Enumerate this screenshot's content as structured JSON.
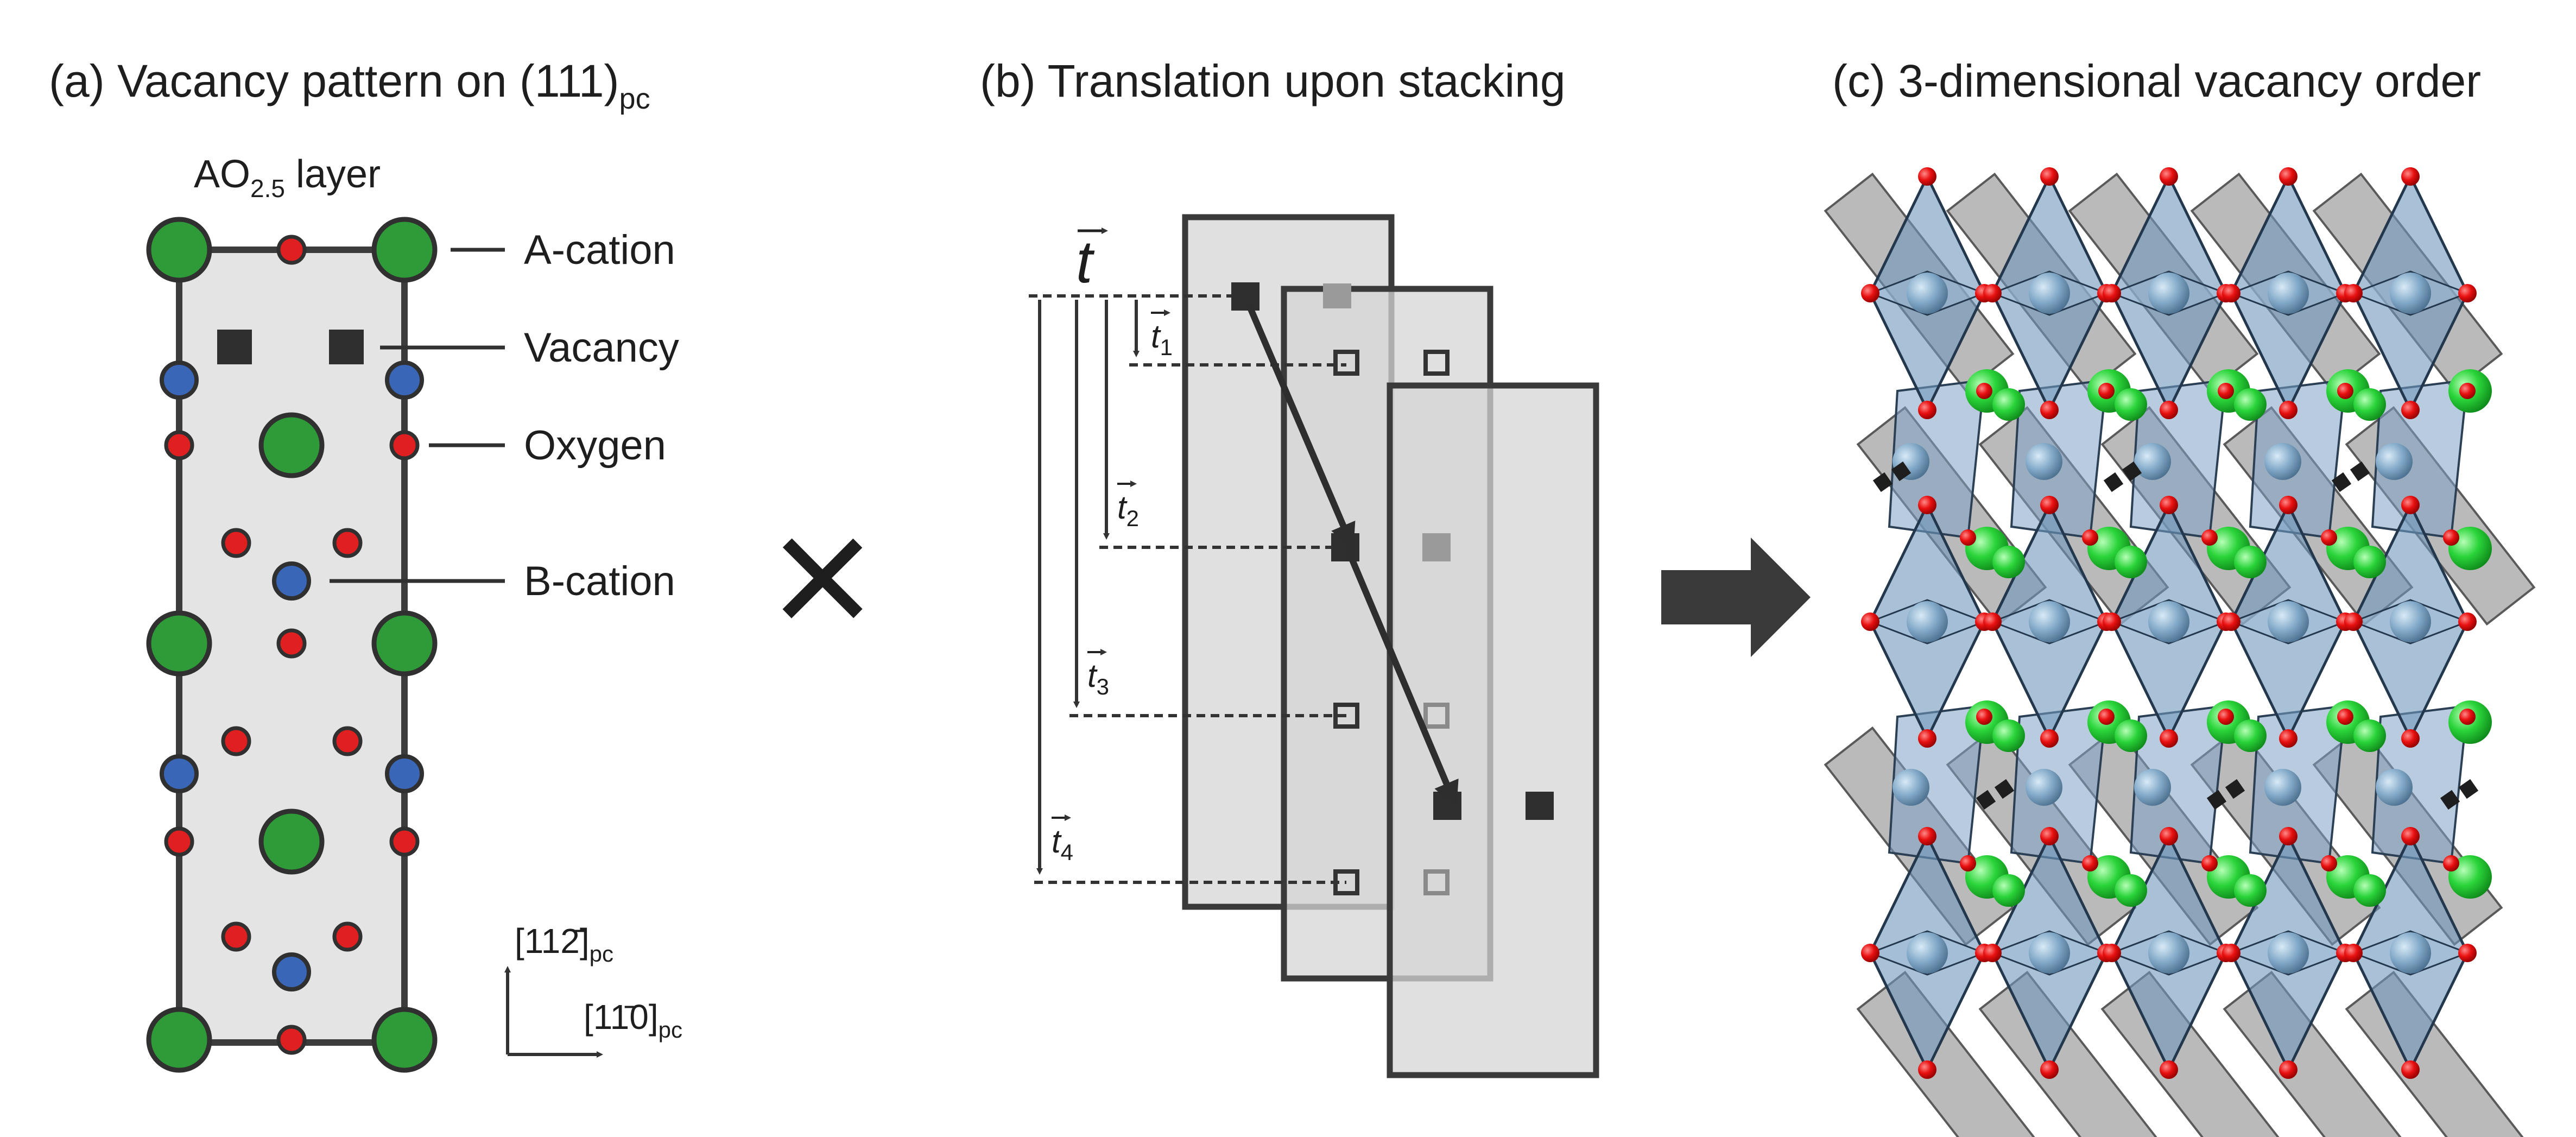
{
  "panel_a": {
    "title": "(a) Vacancy pattern on (111)",
    "title_sub": "pc",
    "layer_label": "AO",
    "layer_sub": "2.5",
    "layer_suffix": " layer",
    "legend": {
      "a_cation": "A-cation",
      "vacancy": "Vacancy",
      "oxygen": "Oxygen",
      "b_cation": "B-cation"
    },
    "axis_up": "[112̄]",
    "axis_right": "[11̄0]",
    "axis_sub": "pc"
  },
  "multiply_symbol": "×",
  "panel_b": {
    "title": "(b) Translation upon stacking",
    "vectors": {
      "t": "t",
      "t1": "1",
      "t2": "2",
      "t3": "3",
      "t4": "4",
      "t_letter": "t"
    }
  },
  "panel_c": {
    "title": "(c) 3-dimensional vacancy order"
  },
  "colors": {
    "a_cation": "#2f9a38",
    "b_cation": "#3a66b8",
    "oxygen": "#e02020",
    "vacancy": "#2f2f2f",
    "sheet": "#e4e4e4",
    "octahedron": "#7fa7c9",
    "bright_green": "#29c93a"
  }
}
